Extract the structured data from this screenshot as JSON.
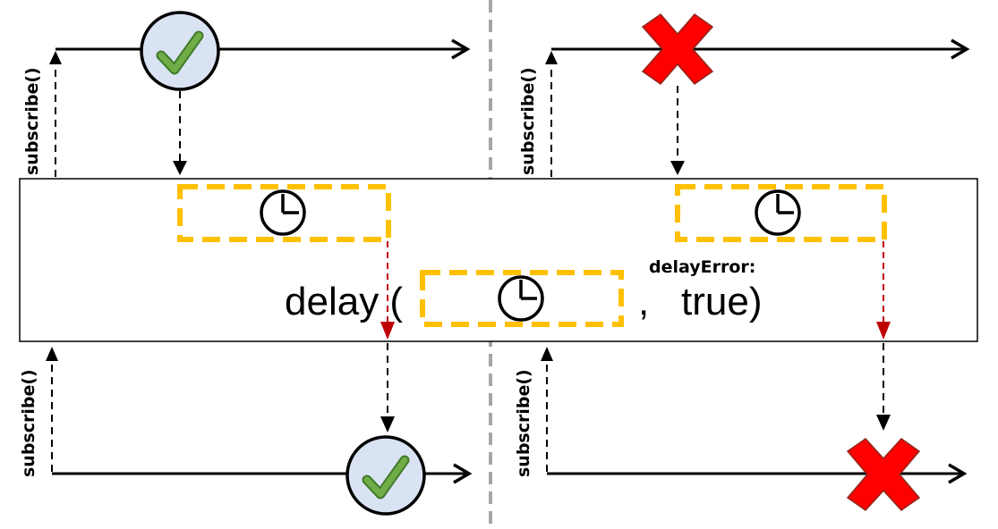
{
  "labels": {
    "subscribe": "subscribe()",
    "delay_open": "delay (",
    "comma": ",",
    "true_close": "true)",
    "delay_error": "delayError:"
  },
  "colors": {
    "line": "#000000",
    "operator_box_border": "#000000",
    "timer_box_border": "#ffc000",
    "red_arrow": "#c00000",
    "error_x": "#ff0000",
    "complete_fill": "#dae3f3",
    "checkmark": "#70ad47",
    "divider": "#a6a6a6"
  },
  "icons": {
    "complete": "checkmark-circle-icon",
    "error": "red-x-icon",
    "timer": "clock-icon"
  }
}
